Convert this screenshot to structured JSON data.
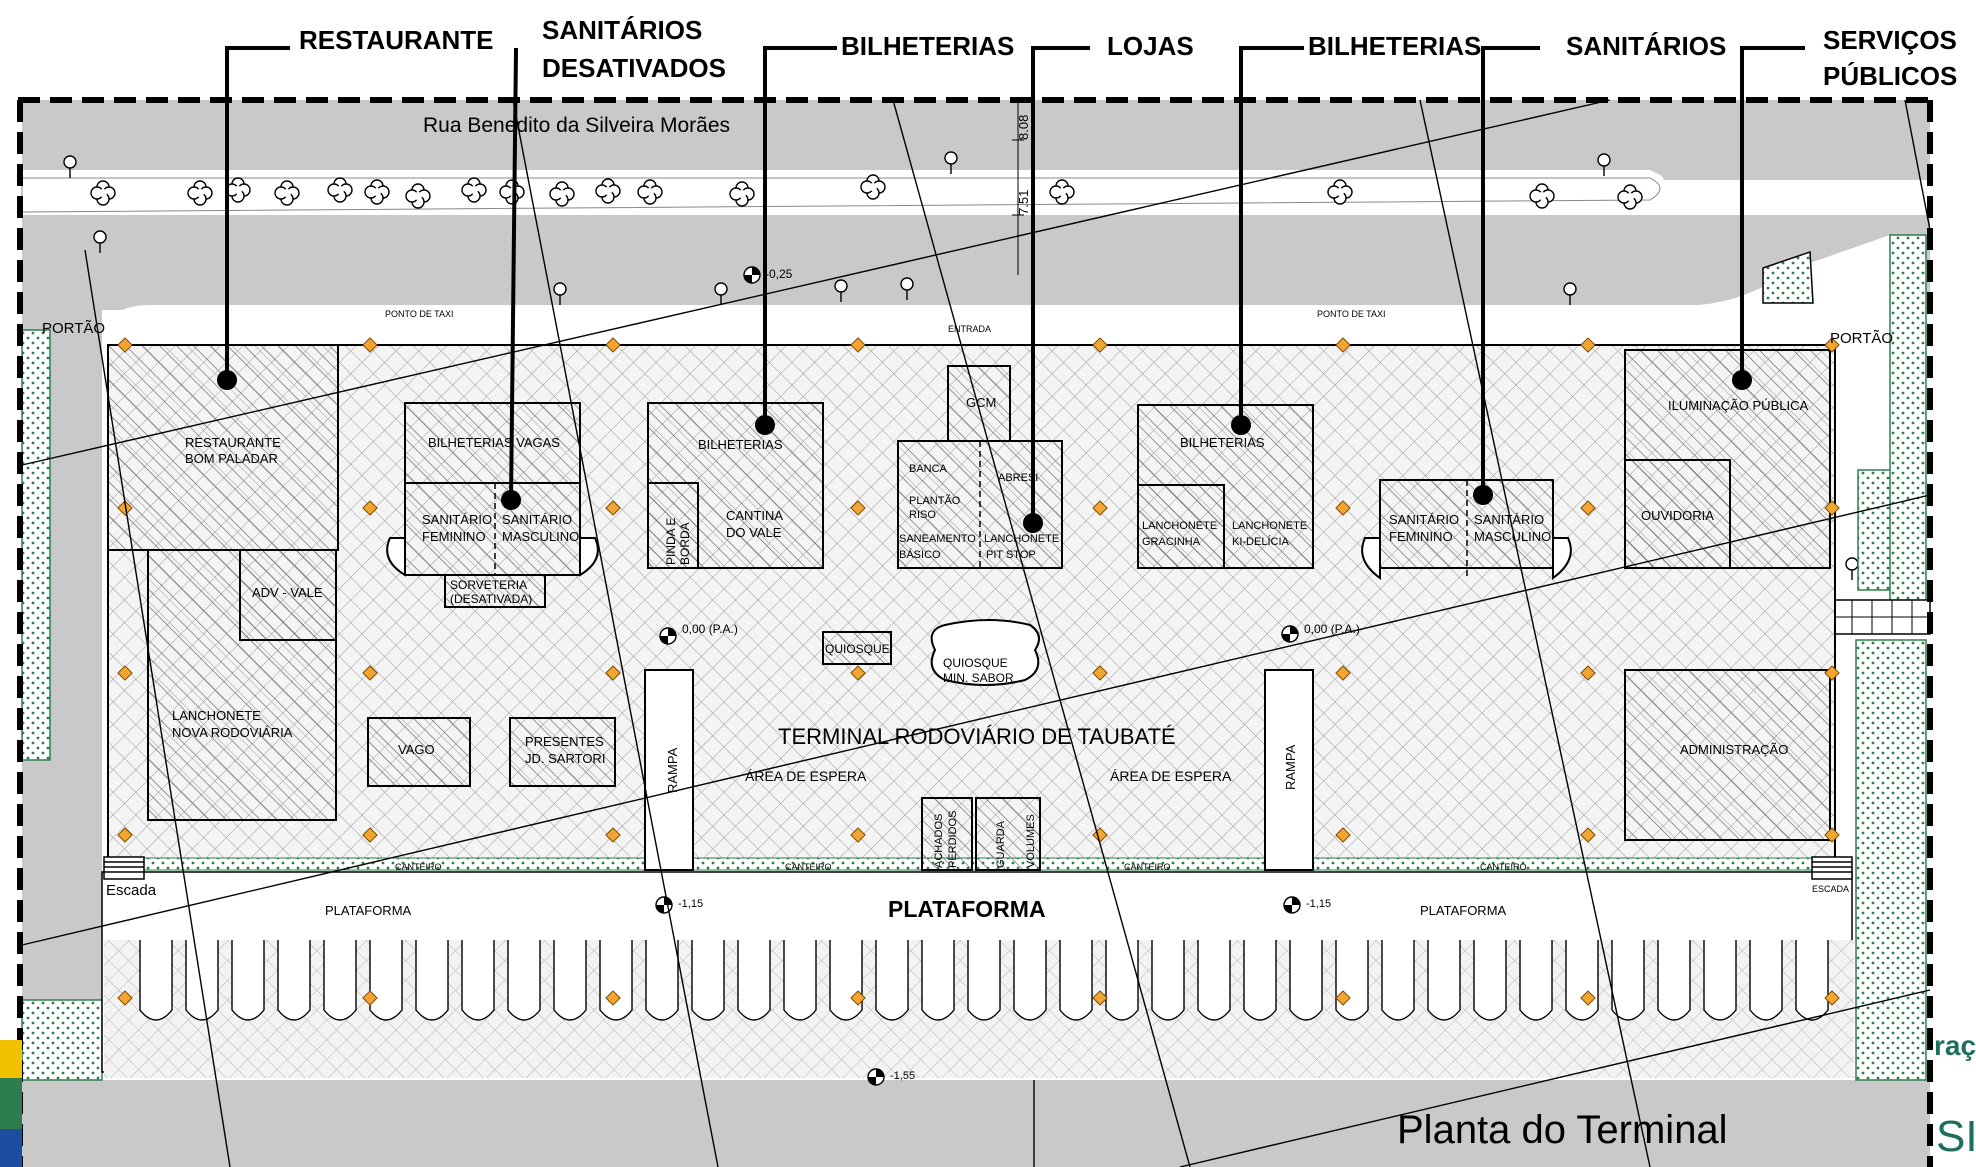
{
  "callouts": {
    "restaurante": "RESTAURANTE",
    "sanitarios_desativados": [
      "SANITÁRIOS",
      "DESATIVADOS"
    ],
    "bilheterias_1": "BILHETERIAS",
    "lojas": "LOJAS",
    "bilheterias_2": "BILHETERIAS",
    "sanitarios": "SANITÁRIOS",
    "servicos_publicos": [
      "SERVIÇOS",
      "PÚBLICOS"
    ]
  },
  "street": "Rua Benedito da Silveira Morães",
  "dimensions": {
    "d1": "8.08",
    "d2": "7.51"
  },
  "levels": {
    "top": "-0,25",
    "pa_left": "0,00 (P.A.)",
    "pa_right": "0,00 (P.A.)",
    "plat_left": "-1,15",
    "plat_right": "-1,15",
    "bottom": "-1,55"
  },
  "labels": {
    "portao_left": "PORTÃO",
    "portao_right": "PORTÃO",
    "taxi_left": "PONTO DE TAXI",
    "taxi_right": "PONTO DE TAXI",
    "entrada": "ENTRADA",
    "restaurant": [
      "RESTAURANTE",
      "BOM PALADAR"
    ],
    "adv_vale": "ADV - VALE",
    "lanchonete_nova": [
      "LANCHONETE",
      "NOVA RODOVIÁRIA"
    ],
    "bilheterias_vagas": "BILHETERIAS VAGAS",
    "san_fem_1": [
      "SANITÁRIO",
      "FEMININO"
    ],
    "san_masc_1": [
      "SANITÁRIO",
      "MASCULINO"
    ],
    "sorveteria": [
      "SORVETERIA",
      "(DESATIVADA)"
    ],
    "bilheterias_a": "BILHETERIAS",
    "pinda_borda": [
      "PINDA E",
      "BORDA"
    ],
    "cantina": [
      "CANTINA",
      "DO VALE"
    ],
    "gcm": "GCM",
    "banca": "BANCA",
    "abresi": "ABRESI",
    "plantao": [
      "PLANTÃO",
      "RISO"
    ],
    "saneamento": [
      "SANEAMENTO",
      "BÁSICO"
    ],
    "pitstop": [
      "LANCHONETE",
      "PIT STOP"
    ],
    "bilheterias_b": "BILHETERIAS",
    "gracinha": [
      "LANCHONETE",
      "GRACINHA"
    ],
    "kidelicia": [
      "LANCHONETE",
      "KI-DELÍCIA"
    ],
    "san_fem_2": [
      "SANITÁRIO",
      "FEMININO"
    ],
    "san_masc_2": [
      "SANITÁRIO",
      "MASCULINO"
    ],
    "iluminacao": "ILUMINAÇÃO PÚBLICA",
    "ouvidoria": "OUVIDORIA",
    "administracao": "ADMINISTRAÇÃO",
    "quiosque": "QUIOSQUE",
    "quiosque_min": [
      "QUIOSQUE",
      "MIN. SABOR"
    ],
    "vago": "VAGO",
    "presentes": [
      "PRESENTES",
      "JD. SARTORI"
    ],
    "rampa_left": "RAMPA",
    "rampa_right": "RAMPA",
    "terminal_title": "TERMINAL RODOVIÁRIO DE TAUBATÉ",
    "area_espera_left": "ÁREA DE ESPERA",
    "area_espera_right": "ÁREA DE ESPERA",
    "achados": [
      "ACHADOS",
      "PERDIDOS"
    ],
    "guarda": [
      "GUARDA",
      "VOLUMES"
    ],
    "canteiro": "CANTEIRO",
    "escada_left": "Escada",
    "escada_right": "ESCADA",
    "plataforma_left": "PLATAFORMA",
    "plataforma_center": "PLATAFORMA",
    "plataforma_right": "PLATAFORMA"
  },
  "caption": "Planta do Terminal",
  "edge_fragment": "raç",
  "edge_fragment_2": "SI",
  "colors": {
    "street": "#c9c9c9",
    "accent_dot": "#f2a531",
    "green": "#1d6f5a",
    "hatch": "#7a7a7a"
  }
}
